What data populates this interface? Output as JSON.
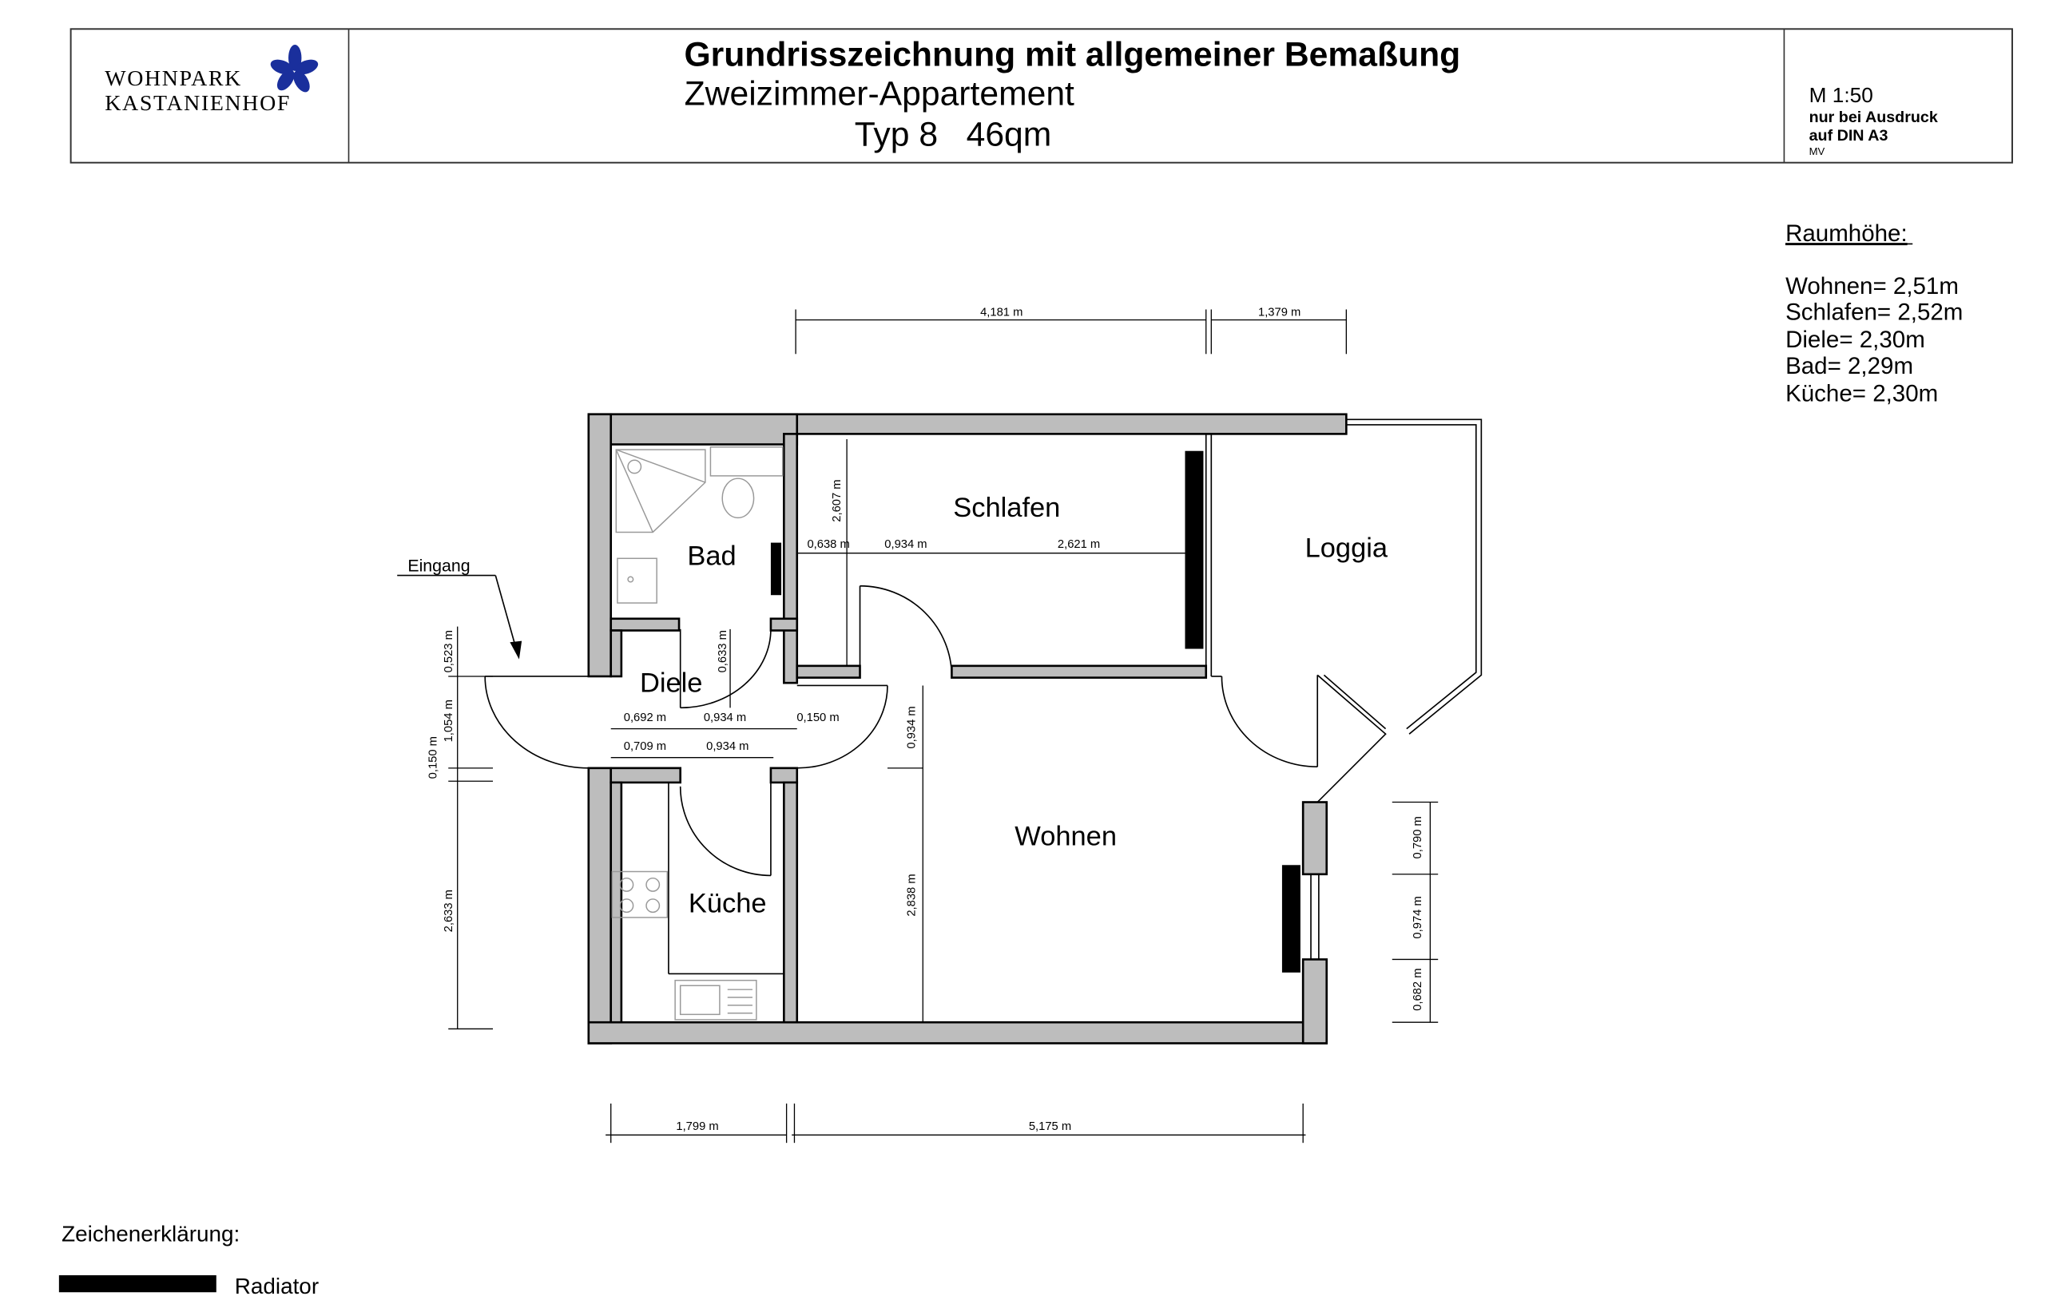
{
  "header": {
    "logo_line1": "WOHNPARK",
    "logo_line2": "KASTANIENHOF",
    "title": "Grundrisszeichnung mit allgemeiner Bemaßung",
    "subtitle": "Zweizimmer-Appartement",
    "type_line": "Typ 8   46qm",
    "scale": "M 1:50",
    "scale_note1": "nur bei Ausdruck",
    "scale_note2": "auf DIN A3",
    "initials": "MV",
    "brand_color": "#1a2f9c"
  },
  "room_heights": {
    "title": "Raumhöhe:",
    "items": [
      "Wohnen= 2,51m",
      "Schlafen= 2,52m",
      "Diele= 2,30m",
      "Bad= 2,29m",
      "Küche= 2,30m"
    ]
  },
  "rooms": {
    "schlafen": "Schlafen",
    "bad": "Bad",
    "loggia": "Loggia",
    "diele": "Diele",
    "wohnen": "Wohnen",
    "kueche": "Küche"
  },
  "entrance_label": "Eingang",
  "dimensions": {
    "top_1": "4,181 m",
    "top_2": "1,379 m",
    "schlafen_1": "0,638 m",
    "schlafen_2": "0,934 m",
    "schlafen_3": "2,621 m",
    "schlafen_height": "2,607 m",
    "bad_door": "0,633 m",
    "diele_1": "0,692 m",
    "diele_2": "0,934 m",
    "diele_3": "0,150 m",
    "diele_4": "0,709 m",
    "diele_5": "0,934 m",
    "wohnen_door": "0,934 m",
    "wohnen_height": "2,838 m",
    "left_1": "0,523 m",
    "left_2": "1,054 m",
    "left_3": "0,150 m",
    "left_4": "2,633 m",
    "right_1": "0,790 m",
    "right_2": "0,974 m",
    "right_3": "0,682 m",
    "bottom_1": "1,799 m",
    "bottom_2": "5,175 m"
  },
  "legend": {
    "title": "Zeichenerklärung:",
    "radiator": "Radiator",
    "radiator_color": "#000000"
  }
}
